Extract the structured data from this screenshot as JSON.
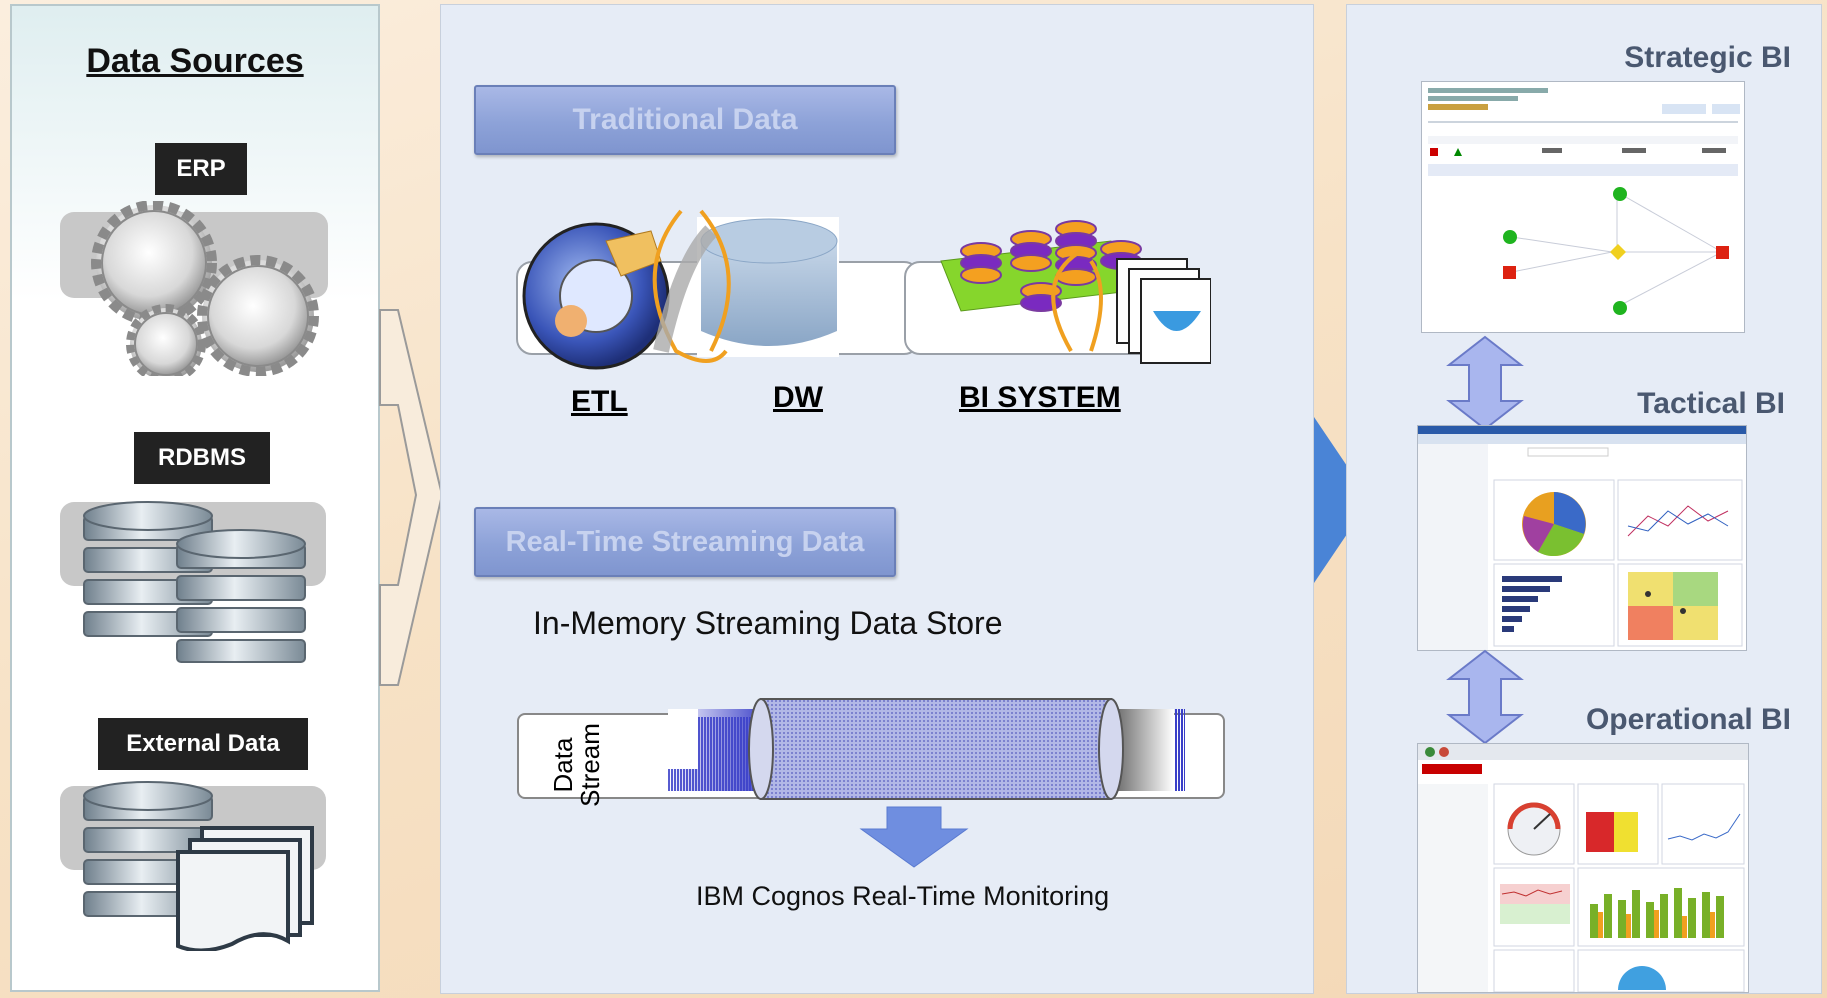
{
  "sources": {
    "title": "Data Sources",
    "erp": "ERP",
    "rdbms": "RDBMS",
    "external": "External Data"
  },
  "middle": {
    "traditional": "Traditional Data",
    "etl": "ETL",
    "dw": "DW",
    "bi_system": "BI SYSTEM",
    "realtime": "Real-Time Streaming Data",
    "in_memory": "In-Memory Streaming Data Store",
    "data_stream_line1": "Data",
    "data_stream_line2": "Stream",
    "monitoring": "IBM Cognos Real-Time Monitoring"
  },
  "right": {
    "strategic": "Strategic BI",
    "tactical": "Tactical BI",
    "operational": "Operational BI"
  },
  "colors": {
    "accent_blue": "#4a7fd6",
    "arrow_lavender": "#a9b6ee",
    "stream_blue": "#3a3fc8",
    "etl_orange": "#f0a020"
  }
}
